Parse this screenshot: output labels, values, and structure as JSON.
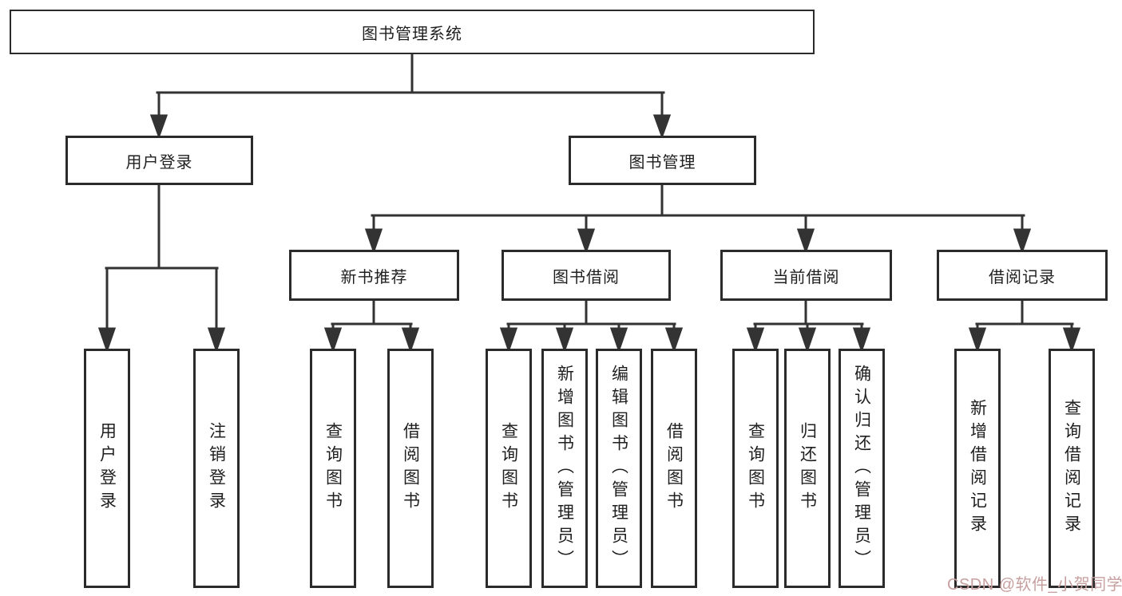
{
  "diagram": {
    "root": "图书管理系统",
    "level2": {
      "user_login": "用户登录",
      "book_mgmt": "图书管理"
    },
    "level3": {
      "new_book": "新书推荐",
      "book_borrow": "图书借阅",
      "current_borrow": "当前借阅",
      "borrow_records": "借阅记录"
    },
    "leaves": {
      "user_login": [
        "用户登录",
        "注销登录"
      ],
      "new_book": [
        "查询图书",
        "借阅图书"
      ],
      "book_borrow": [
        "查询图书",
        "新增图书（管理员）",
        "编辑图书（管理员）",
        "借阅图书"
      ],
      "current_borrow": [
        "查询图书",
        "归还图书",
        "确认归还（管理员）"
      ],
      "borrow_records": [
        "新增借阅记录",
        "查询借阅记录"
      ]
    },
    "watermark": "CSDN @软件_小贺同学",
    "colors": {
      "line": "#333333",
      "box_border": "#2b2b2b",
      "text": "#1f1f1f",
      "watermark": "#c79f9f",
      "background": "#ffffff"
    }
  }
}
